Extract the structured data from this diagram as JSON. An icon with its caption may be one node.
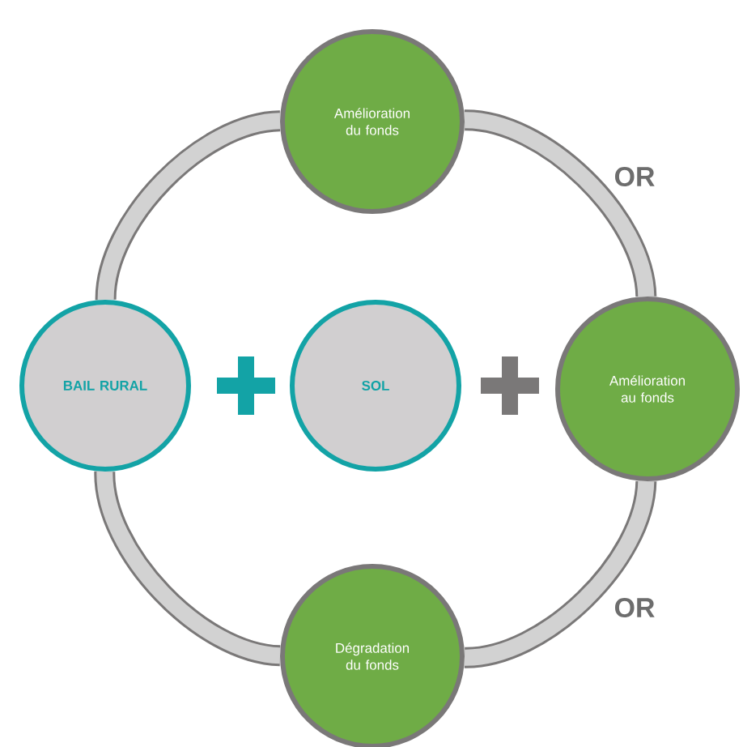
{
  "diagram": {
    "nodes": [
      {
        "text": [
          "Amélioration du fonds"
        ]
      },
      {
        "text": [
          "BAIL RURAL"
        ]
      },
      {
        "text": [
          "SOL"
        ]
      },
      {
        "text": [
          "Amélioration au fonds"
        ]
      },
      {
        "text": [
          "Dégradation du fonds"
        ]
      }
    ],
    "edges": [
      {
        "from": 1,
        "to": 0,
        "arrow": "none"
      },
      {
        "from": 0,
        "to": 3,
        "arrow": "none"
      },
      {
        "from": 3,
        "to": 4,
        "arrow": "none"
      },
      {
        "from": 4,
        "to": 1,
        "arrow": "none"
      }
    ],
    "labels": [
      "OR",
      "OR"
    ]
  }
}
